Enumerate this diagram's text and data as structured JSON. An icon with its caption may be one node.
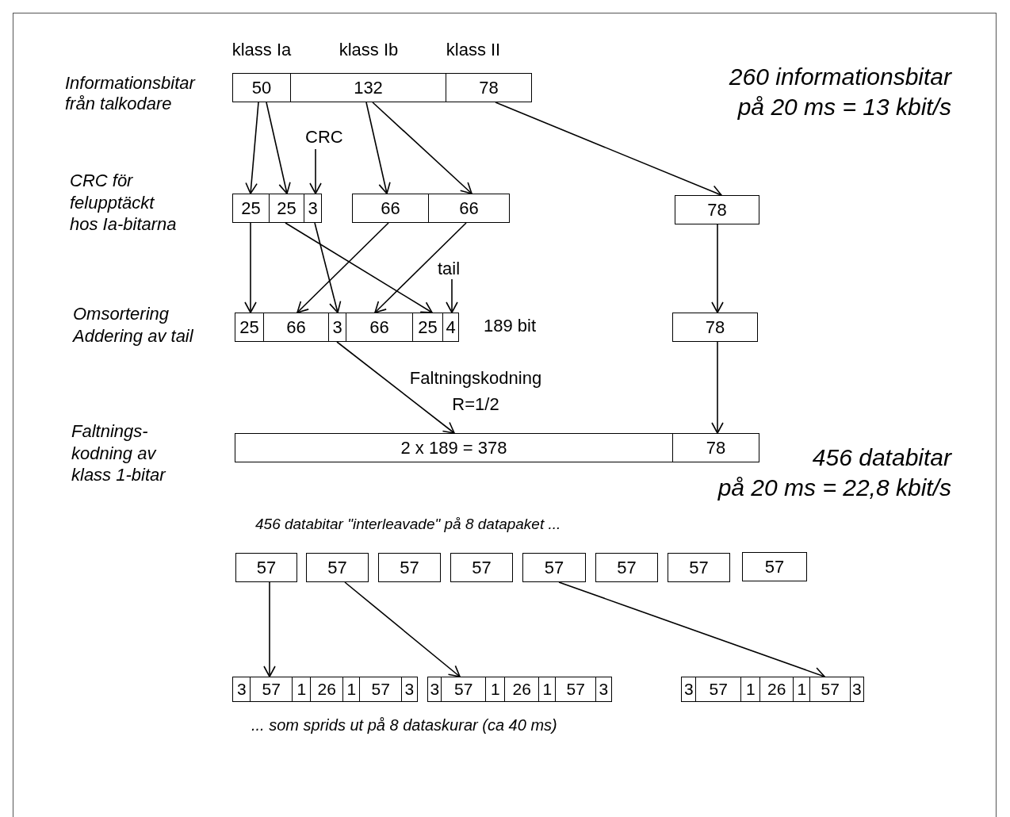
{
  "diagram": {
    "nodes": [
      {
        "text": [
          "50"
        ]
      },
      {
        "text": [
          "132"
        ]
      },
      {
        "text": [
          "78"
        ]
      },
      {
        "text": [
          "CRC"
        ]
      },
      {
        "text": [
          "25"
        ]
      },
      {
        "text": [
          "25"
        ]
      },
      {
        "text": [
          "3"
        ]
      },
      {
        "text": [
          "66"
        ]
      },
      {
        "text": [
          "66"
        ]
      },
      {
        "text": [
          "78"
        ]
      },
      {
        "text": [
          "tail"
        ]
      },
      {
        "text": [
          "25"
        ]
      },
      {
        "text": [
          "66"
        ]
      },
      {
        "text": [
          "3"
        ]
      },
      {
        "text": [
          "66"
        ]
      },
      {
        "text": [
          "25"
        ]
      },
      {
        "text": [
          "4"
        ]
      },
      {
        "text": [
          "78"
        ]
      },
      {
        "text": [
          "2 x 189 = 378"
        ]
      },
      {
        "text": [
          "78"
        ]
      },
      {
        "text": [
          "57"
        ]
      },
      {
        "text": [
          "57"
        ]
      },
      {
        "text": [
          "57"
        ]
      },
      {
        "text": [
          "57"
        ]
      },
      {
        "text": [
          "57"
        ]
      },
      {
        "text": [
          "57"
        ]
      },
      {
        "text": [
          "57"
        ]
      },
      {
        "text": [
          "57"
        ]
      },
      {
        "text": [
          "3"
        ]
      },
      {
        "text": [
          "57"
        ]
      },
      {
        "text": [
          "1"
        ]
      },
      {
        "text": [
          "26"
        ]
      },
      {
        "text": [
          "1"
        ]
      },
      {
        "text": [
          "57"
        ]
      },
      {
        "text": [
          "3"
        ]
      },
      {
        "text": [
          "3"
        ]
      },
      {
        "text": [
          "57"
        ]
      },
      {
        "text": [
          "1"
        ]
      },
      {
        "text": [
          "26"
        ]
      },
      {
        "text": [
          "1"
        ]
      },
      {
        "text": [
          "57"
        ]
      },
      {
        "text": [
          "3"
        ]
      },
      {
        "text": [
          "3"
        ]
      },
      {
        "text": [
          "57"
        ]
      },
      {
        "text": [
          "1"
        ]
      },
      {
        "text": [
          "26"
        ]
      },
      {
        "text": [
          "1"
        ]
      },
      {
        "text": [
          "57"
        ]
      },
      {
        "text": [
          "3"
        ]
      }
    ],
    "edges": [
      {
        "from": 0,
        "to": 4,
        "arrow": "to"
      },
      {
        "from": 0,
        "to": 5,
        "arrow": "to"
      },
      {
        "from": 3,
        "to": 6,
        "arrow": "to"
      },
      {
        "from": 1,
        "to": 7,
        "arrow": "to"
      },
      {
        "from": 1,
        "to": 8,
        "arrow": "to"
      },
      {
        "from": 2,
        "to": 9,
        "arrow": "to"
      },
      {
        "from": 4,
        "to": 11,
        "arrow": "to"
      },
      {
        "from": 5,
        "to": 15,
        "arrow": "to"
      },
      {
        "from": 6,
        "to": 13,
        "arrow": "to"
      },
      {
        "from": 7,
        "to": 12,
        "arrow": "to"
      },
      {
        "from": 8,
        "to": 14,
        "arrow": "to"
      },
      {
        "from": 10,
        "to": 16,
        "arrow": "to"
      },
      {
        "from": 9,
        "to": 17,
        "arrow": "to"
      },
      {
        "from": 17,
        "to": 19,
        "arrow": "to"
      },
      {
        "from": 13,
        "to": 18,
        "arrow": "to",
        "label": "Faltningskodning R=1/2"
      },
      {
        "from": 20,
        "to": 29,
        "arrow": "to"
      },
      {
        "from": 21,
        "to": 36,
        "arrow": "to"
      },
      {
        "from": 24,
        "to": 47,
        "arrow": "to"
      }
    ],
    "labels": [
      "klass Ia",
      "klass Ib",
      "klass II",
      "Informationsbitar från talkodare",
      "260 informationsbitar på 20 ms = 13 kbit/s",
      "CRC för felupptäckt hos Ia-bitarna",
      "Omsortering Addering av tail",
      "189 bit",
      "Faltnings- kodning av klass 1-bitar",
      "456 databitar på 20 ms = 22,8 kbit/s",
      "456 databitar \"interleavade\" på 8 datapaket ...",
      "... som sprids ut på 8 dataskurar (ca 40 ms)"
    ]
  }
}
